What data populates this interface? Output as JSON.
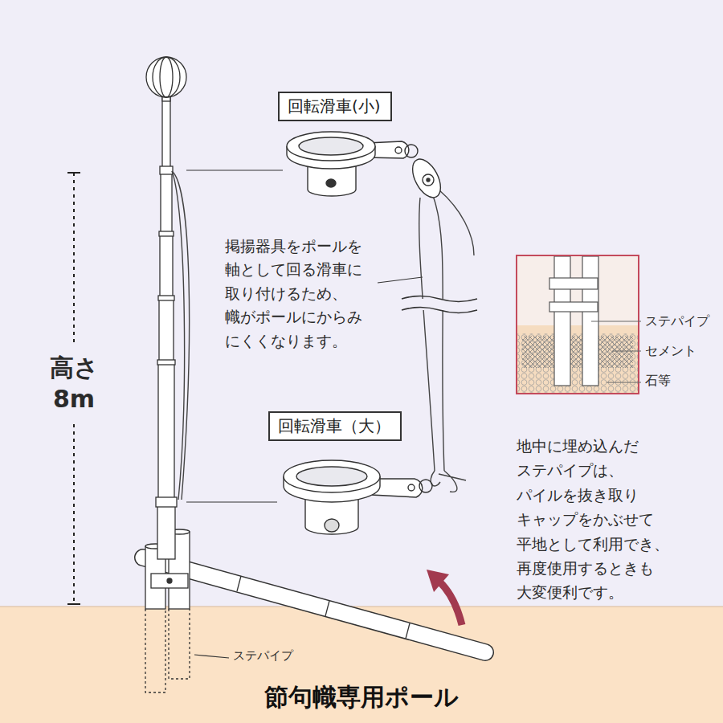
{
  "diagram": {
    "caption": "節句幟専用ポール",
    "nodes": [
      {
        "text": [
          "回転滑車(小)"
        ]
      },
      {
        "text": [
          "回転滑車（大）"
        ]
      }
    ],
    "labels": [
      "高さ 8m",
      "掲揚器具をポールを 軸として回る滑車に 取り付けるため、 幟がポールにからみ にくくなります。",
      "ステパイプ",
      "セメント",
      "石等",
      "地中に埋め込んだ ステパイプは、 パイルを抜き取り キャップをかぶせて 平地として利用でき、 再度使用するときも 大変便利です。",
      "ステパイプ"
    ]
  }
}
